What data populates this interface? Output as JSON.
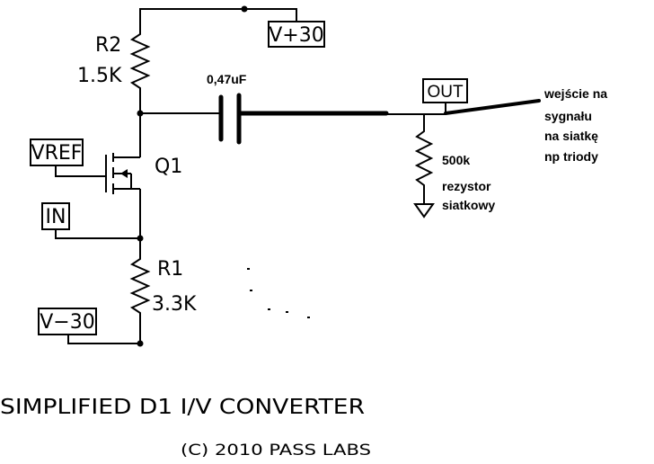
{
  "labels": {
    "v_plus": "V+30",
    "v_minus": "V−30",
    "vref": "VREF",
    "in": "IN",
    "out": "OUT",
    "r2_name": "R2",
    "r2_value": "1.5K",
    "r1_name": "R1",
    "r1_value": "3.3K",
    "q1": "Q1",
    "cap_value": "0,47uF",
    "res_500k": "500k",
    "rezystor_line1": "rezystor",
    "rezystor_line2": "siatkowy",
    "note_line1": "wejście na",
    "note_line2": "sygnału",
    "note_line3": "na siatkę",
    "note_line4": "np triody"
  },
  "title": "SIMPLIFIED D1 I/V CONVERTER",
  "copyright": "(C) 2010 PASS LABS"
}
